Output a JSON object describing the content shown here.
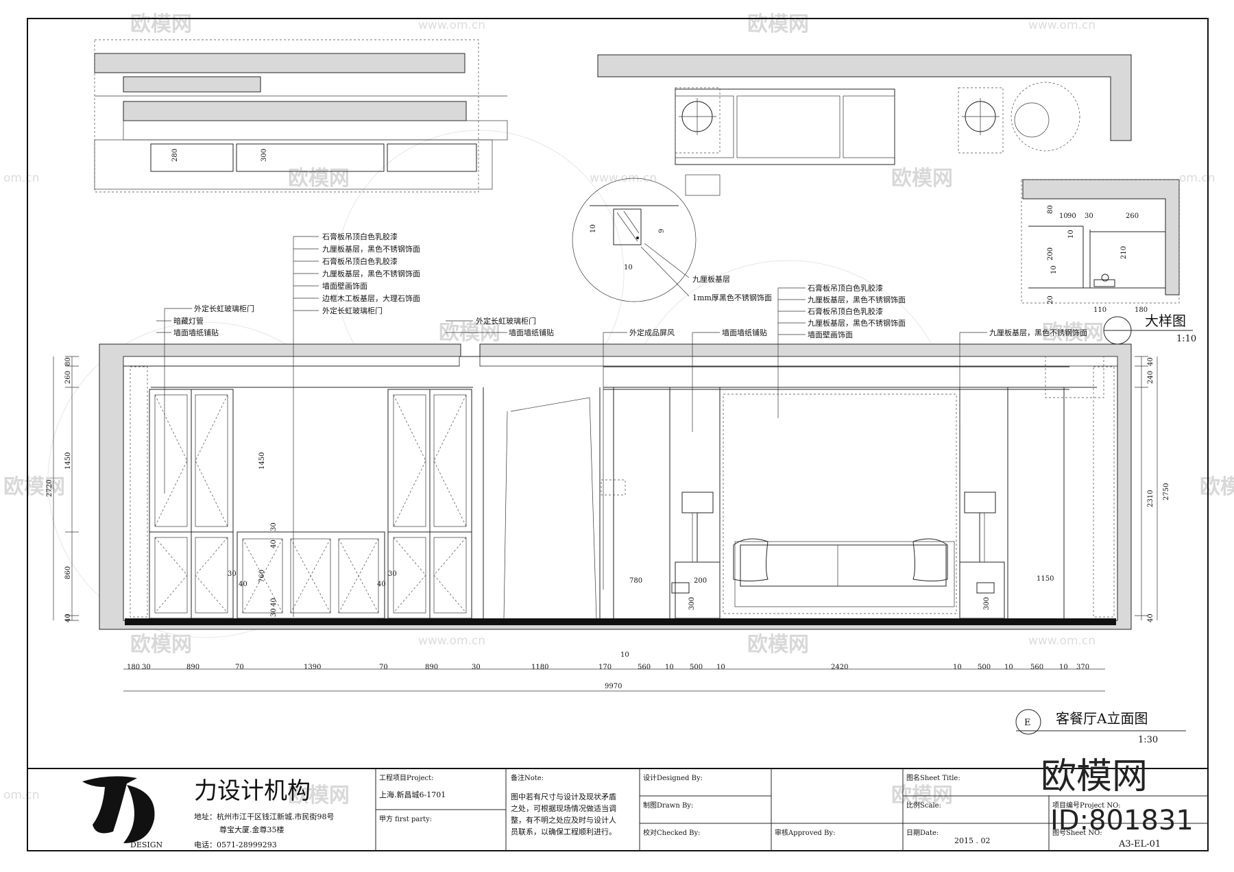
{
  "watermark": {
    "brand": "欧模网",
    "url": "www.om.cn",
    "url_short": "om.cn"
  },
  "plan_dims": [
    "280",
    "300"
  ],
  "left_labels": {
    "above": [
      "石膏板吊顶白色乳胶漆",
      "九厘板基层，黑色不锈钢饰面",
      "石膏板吊顶白色乳胶漆",
      "九厘板基层，黑色不锈钢饰面",
      "墙面壁画饰面",
      "边框木工板基层，大理石饰面",
      "外定长虹玻璃柜门"
    ],
    "left": [
      "外定长虹玻璃柜门",
      "暗藏灯管",
      "墙面墙纸铺贴"
    ],
    "mid": [
      "外定长虹玻璃柜门",
      "墙面墙纸铺贴"
    ]
  },
  "right_labels": {
    "stack": [
      "石膏板吊顶白色乳胶漆",
      "九厘板基层，黑色不锈钢饰面",
      "石膏板吊顶白色乳胶漆",
      "九厘板基层，黑色不锈钢饰面",
      "墙面壁画饰面"
    ],
    "screen": "外定成品屏风",
    "wallpaper": "墙面墙纸铺贴",
    "right": "九厘板基层，黑色不锈钢饰面"
  },
  "detail_circle": {
    "dims": [
      "10",
      "9",
      "10"
    ],
    "label1": "九厘板基层",
    "label2": "1mm厚黑色不锈钢饰面"
  },
  "detail_box": {
    "dims_top": [
      "80",
      "10",
      "90",
      "30",
      "260"
    ],
    "dims_left": [
      "10",
      "200",
      "10",
      "20"
    ],
    "dims_inner": [
      "210"
    ],
    "dims_bottom": [
      "110",
      "180"
    ],
    "title": "大样图",
    "scale": "1:10"
  },
  "left_vert_dims": [
    "80",
    "260",
    "1450",
    "2720",
    "860",
    "40"
  ],
  "right_vert_dims": [
    "40",
    "240",
    "2310",
    "2750",
    "40"
  ],
  "inner_dims": [
    "1450",
    "30",
    "40",
    "760",
    "40",
    "30",
    "30",
    "40",
    "30",
    "40",
    "780",
    "200",
    "300",
    "1150",
    "300"
  ],
  "bottom_dims": [
    "180",
    "30",
    "890",
    "70",
    "1390",
    "70",
    "890",
    "30",
    "1180",
    "170",
    "10",
    "560",
    "10",
    "500",
    "10",
    "2420",
    "10",
    "500",
    "10",
    "560",
    "10",
    "370"
  ],
  "total_width": "9970",
  "elevation": {
    "marker": "E",
    "title": "客餐厅A立面图",
    "scale": "1:30"
  },
  "title_block": {
    "company": "力设计机构",
    "design_word": "DESIGN",
    "address_label": "地址：杭州市江干区钱江新城.市民街98号",
    "address_line2": "尊宝大厦.金尊35楼",
    "phone": "电话：0571-28999293",
    "project_label": "工程项目Project:",
    "project_value": "上海.新昌城6-1701",
    "party_label": "甲方 first party:",
    "note_label": "备注Note:",
    "note_lines": [
      "图中若有尺寸与设计及现状矛盾",
      "之处，可根据现场情况做适当调",
      "整，有不明之处应及时与设计人",
      "员联系，以确保工程顺利进行。"
    ],
    "designed_by": "设计Designed By:",
    "drawn_by": "制图Drawn By:",
    "checked_by": "校对Checked By:",
    "approved_by": "审核Approved By:",
    "sheet_title": "图名Sheet Title:",
    "scale_label": "比例Scale:",
    "project_no": "项目编号Project NO:",
    "date_label": "日期Date:",
    "date_value": "2015 . 02",
    "sheet_no_label": "图号Sheet NO:",
    "sheet_no": "A3-EL-01"
  },
  "badge": {
    "brand": "欧模网",
    "id": "ID:801831"
  }
}
